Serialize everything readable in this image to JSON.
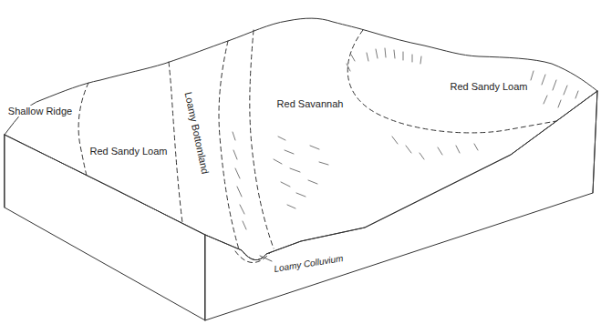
{
  "diagram": {
    "labels": [
      "Shallow Ridge",
      "Red Sandy Loam",
      "Loamy Bottomland",
      "Red Savannah",
      "Red Sandy Loam",
      "Loamy Colluvium"
    ]
  }
}
